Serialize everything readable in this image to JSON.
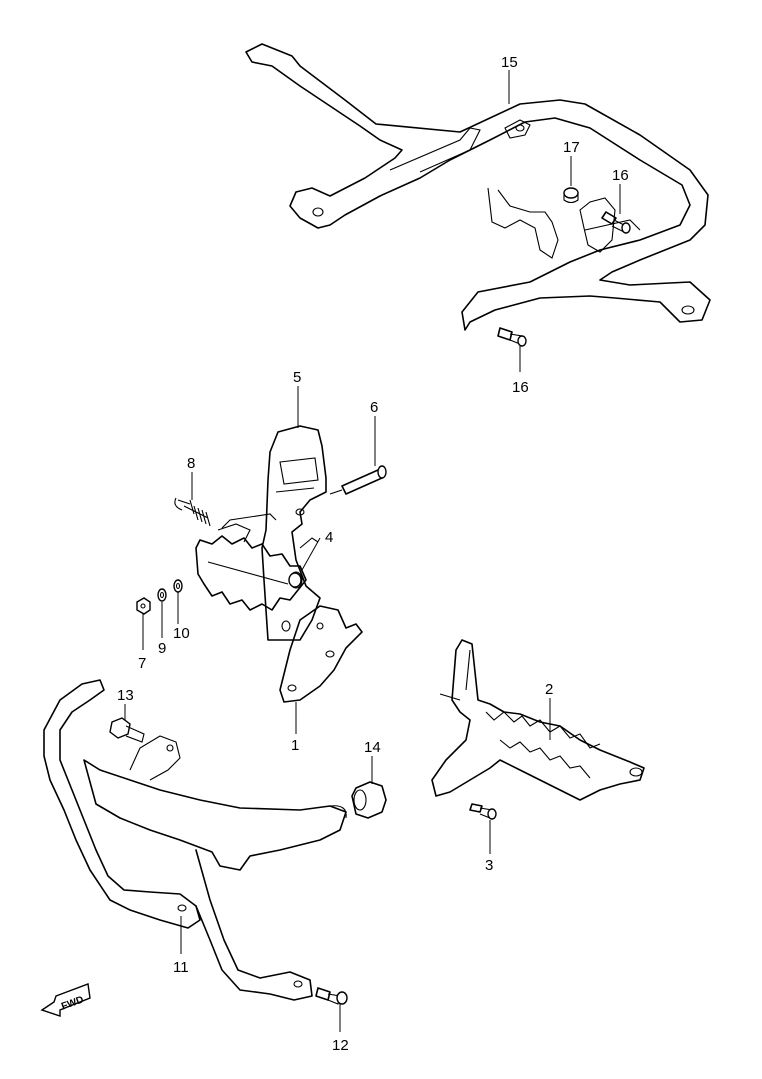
{
  "diagram": {
    "direction_indicator": "FWD",
    "callouts": {
      "p1": "1",
      "p2": "2",
      "p3": "3",
      "p4": "4",
      "p5": "5",
      "p6": "6",
      "p7": "7",
      "p8": "8",
      "p9": "9",
      "p10": "10",
      "p11": "11",
      "p12": "12",
      "p13": "13",
      "p14": "14",
      "p15": "15",
      "p16a": "16",
      "p16b": "16",
      "p17": "17"
    }
  }
}
